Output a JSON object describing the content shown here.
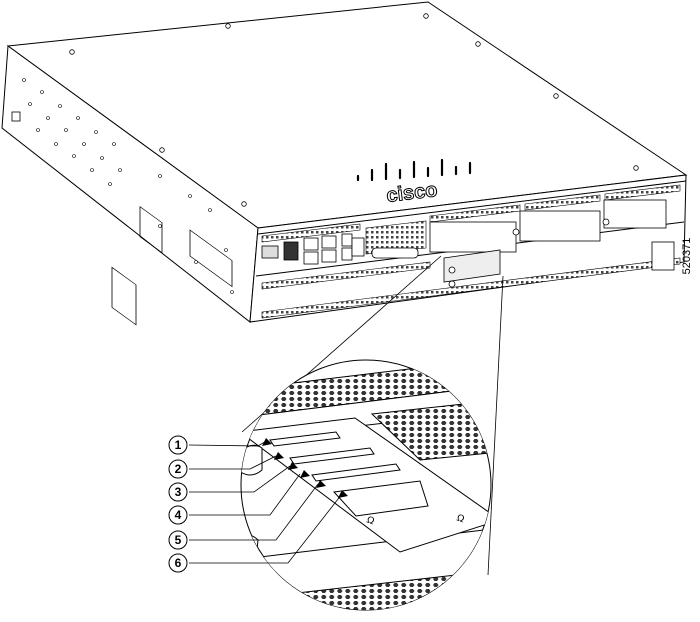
{
  "figure": {
    "id": "520371",
    "brand": "cisco",
    "callouts": [
      "1",
      "2",
      "3",
      "4",
      "5",
      "6"
    ]
  },
  "colors": {
    "line": "#000000",
    "fill": "#ffffff",
    "shade": "#e8e8e8",
    "dark": "#555555"
  }
}
